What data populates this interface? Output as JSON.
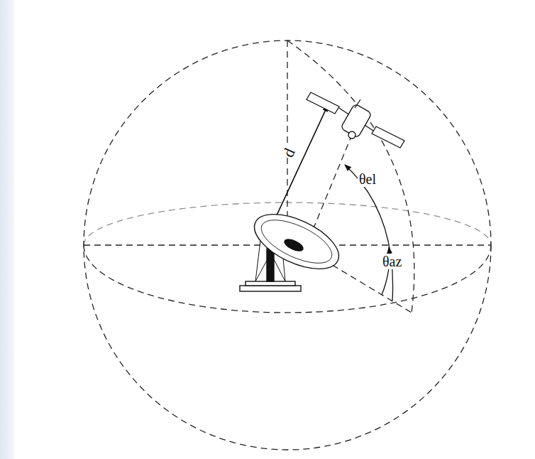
{
  "diagram": {
    "labels": [
      "d",
      "θel",
      "θaz"
    ]
  }
}
